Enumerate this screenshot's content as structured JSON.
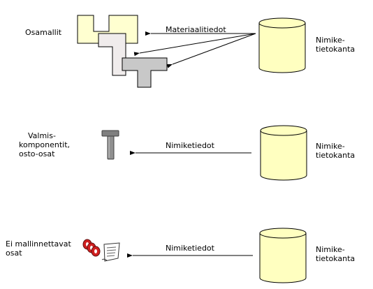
{
  "rows": [
    {
      "label_lines": [
        "Osamallit"
      ],
      "arrow_label": "Materiaalitiedot",
      "db_label_lines": [
        "Nimike-",
        "tietokanta"
      ]
    },
    {
      "label_lines": [
        "Valmis-",
        "komponentit,",
        "osto-osat"
      ],
      "arrow_label": "Nimiketiedot",
      "db_label_lines": [
        "Nimike-",
        "tietokanta"
      ]
    },
    {
      "label_lines": [
        "Ei mallinnettavat",
        "osat"
      ],
      "arrow_label": "Nimiketiedot",
      "db_label_lines": [
        "Nimike-",
        "tietokanta"
      ]
    }
  ],
  "colors": {
    "db_fill": "#ffffc0",
    "part_yellow": "#ffffd0",
    "part_pink": "#f0ecec",
    "part_gray": "#c8c8c8",
    "bolt": "#808080",
    "ring_red": "#d02020"
  },
  "icons": [
    "cylinder-database-icon",
    "t-shaped-part-icon",
    "bolt-icon",
    "rings-icon",
    "document-scroll-icon"
  ]
}
